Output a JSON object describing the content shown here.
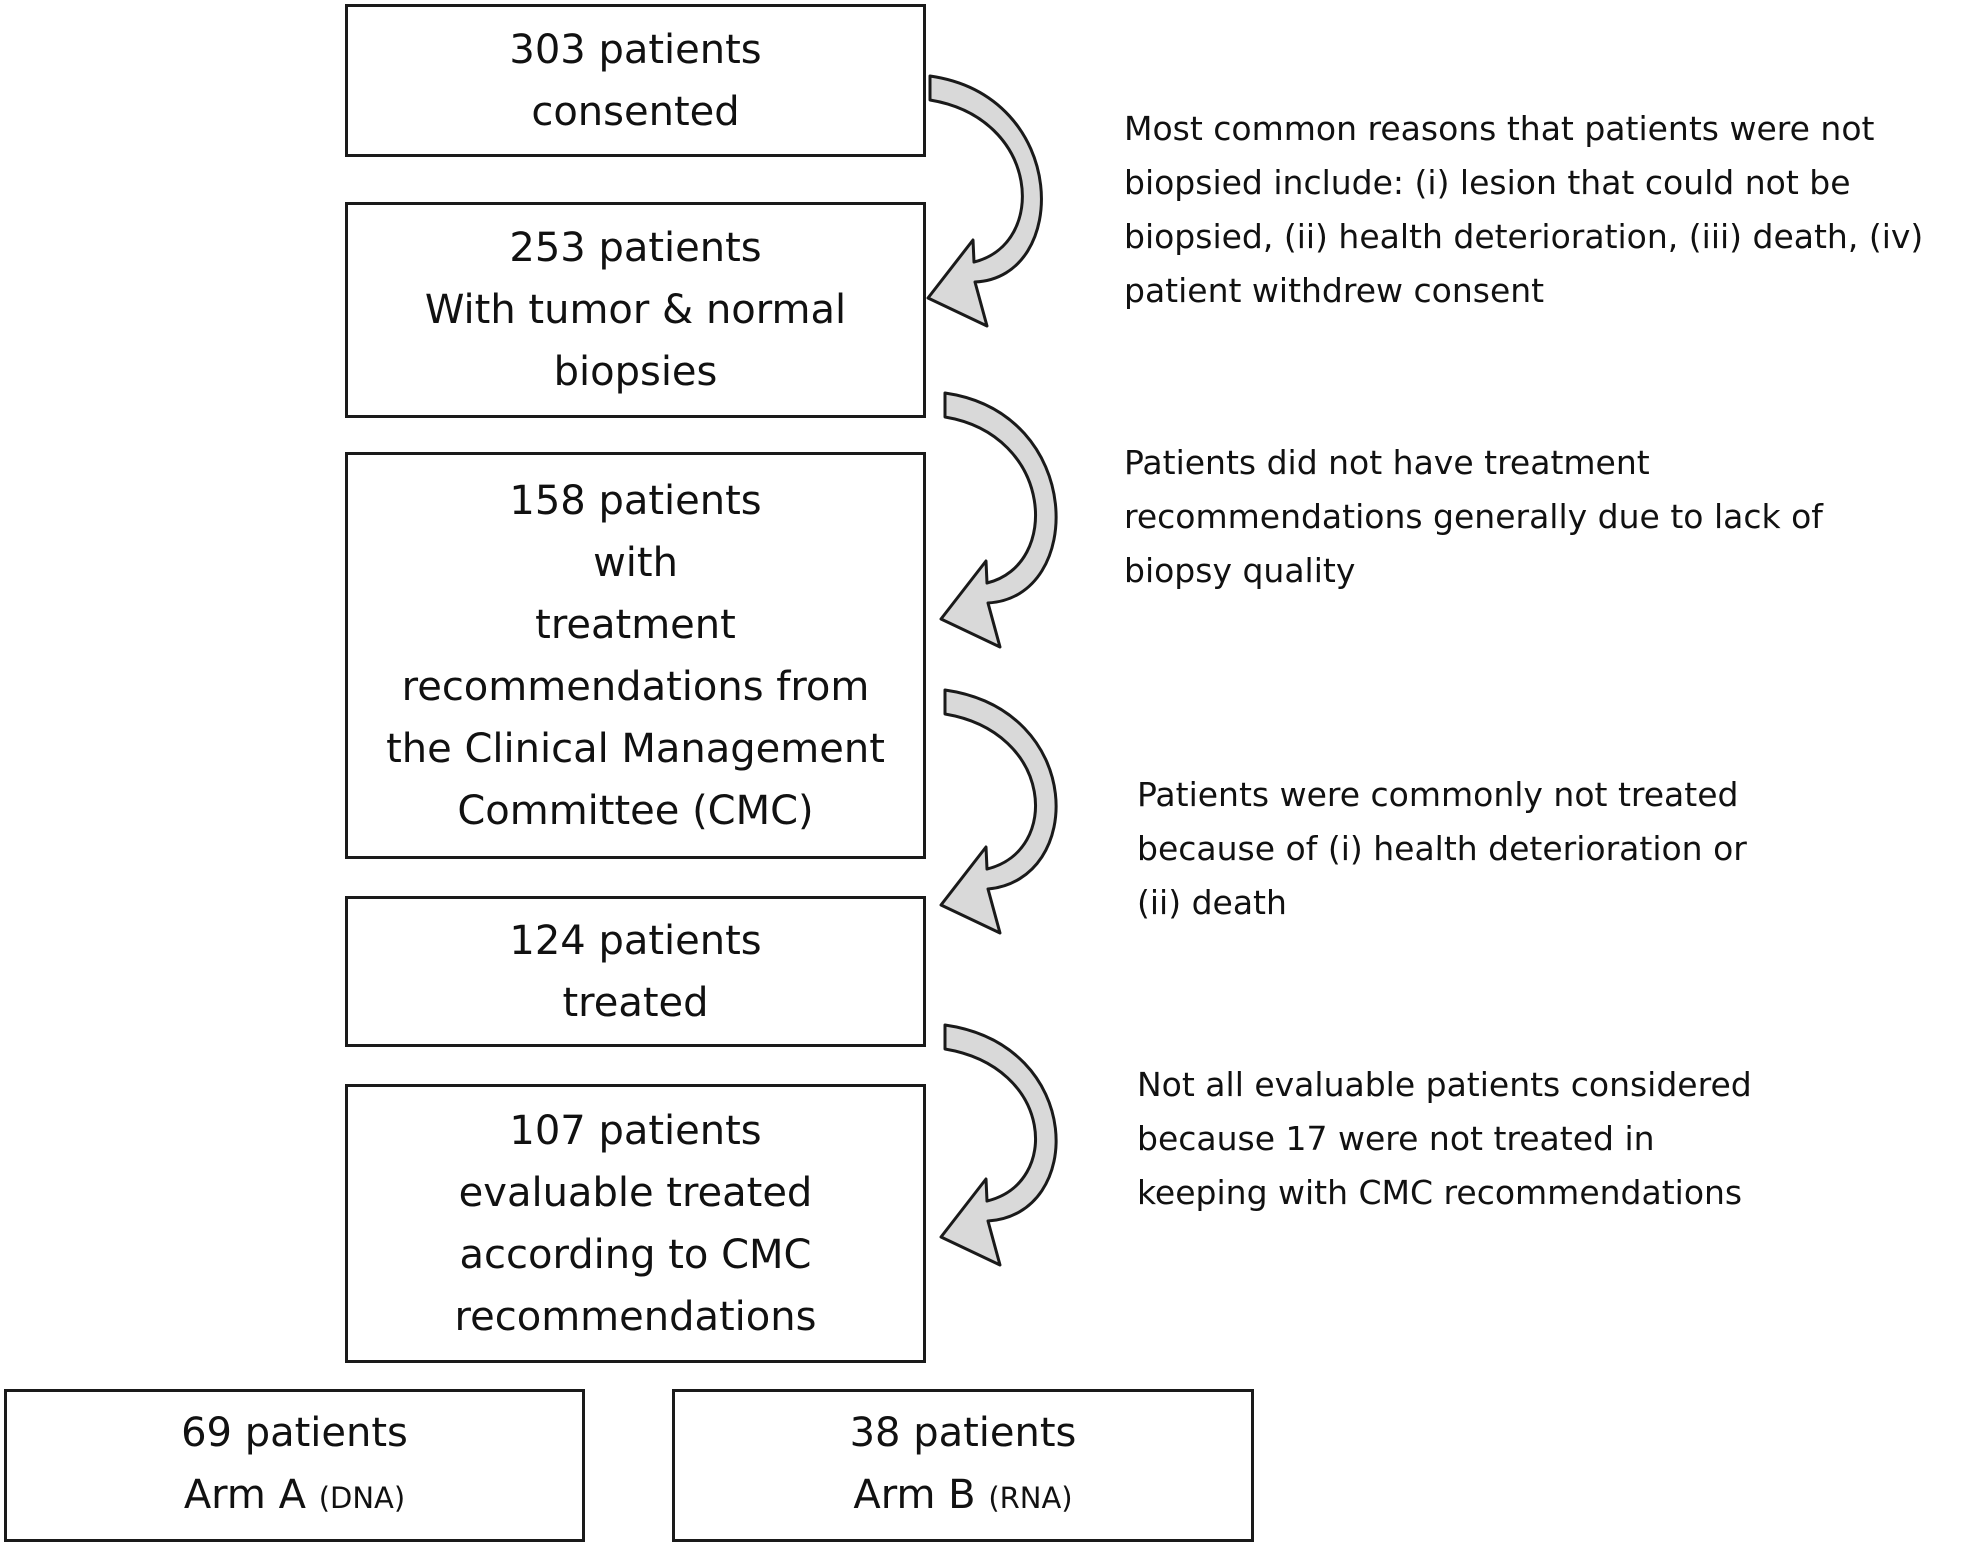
{
  "boxes": {
    "consented": {
      "lines": [
        "303 patients",
        "consented"
      ]
    },
    "biopsies": {
      "lines": [
        "253 patients",
        "With tumor & normal",
        "biopsies"
      ]
    },
    "recommendations": {
      "lines": [
        "158 patients",
        "with",
        "treatment",
        "recommendations from",
        "the Clinical Management",
        "Committee (CMC)"
      ]
    },
    "treated": {
      "lines": [
        "124 patients",
        "treated"
      ]
    },
    "evaluable": {
      "lines": [
        "107 patients",
        "evaluable treated",
        "according to CMC",
        "recommendations"
      ]
    },
    "arm_a": {
      "count": "69 patients",
      "arm": "Arm A",
      "type": "(DNA)"
    },
    "arm_b": {
      "count": "38 patients",
      "arm": "Arm B",
      "type": "(RNA)"
    }
  },
  "notes": {
    "not_biopsied": {
      "lines": [
        "Most common reasons that patients were not",
        "biopsied include: (i) lesion that could not be",
        "biopsied, (ii) health deterioration, (iii) death, (iv)",
        "patient withdrew consent"
      ]
    },
    "no_recommendations": {
      "lines": [
        "Patients did not have treatment",
        "recommendations generally due to lack of",
        "biopsy quality"
      ]
    },
    "not_treated": {
      "lines": [
        "Patients were commonly not treated",
        "because of (i) health deterioration or",
        "(ii) death"
      ]
    },
    "not_evaluable": {
      "lines": [
        "Not all evaluable patients considered",
        "because 17 were not treated in",
        "keeping with CMC recommendations"
      ]
    }
  },
  "colors": {
    "arrow_fill": "#d9d9d9",
    "border": "#1a1a1a"
  }
}
